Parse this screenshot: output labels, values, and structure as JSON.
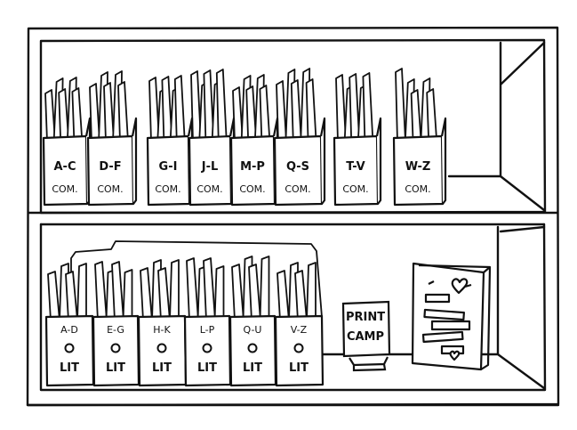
{
  "top_shelf": {
    "holders": [
      {
        "range": "A-C",
        "kind": "COM."
      },
      {
        "range": "D-F",
        "kind": "COM."
      },
      {
        "range": "G-I",
        "kind": "COM."
      },
      {
        "range": "J-L",
        "kind": "COM."
      },
      {
        "range": "M-P",
        "kind": "COM."
      },
      {
        "range": "Q-S",
        "kind": "COM."
      },
      {
        "range": "T-V",
        "kind": "COM."
      },
      {
        "range": "W-Z",
        "kind": "COM."
      }
    ]
  },
  "bottom_shelf": {
    "holders": [
      {
        "range": "A-D",
        "kind": "LIT"
      },
      {
        "range": "E-G",
        "kind": "LIT"
      },
      {
        "range": "H-K",
        "kind": "LIT"
      },
      {
        "range": "L-P",
        "kind": "LIT"
      },
      {
        "range": "Q-U",
        "kind": "LIT"
      },
      {
        "range": "V-Z",
        "kind": "LIT"
      }
    ],
    "sign": {
      "line1": "PRINT",
      "line2": "CAMP"
    }
  },
  "colors": {
    "ink": "#111111",
    "paper": "#ffffff",
    "book": "#ffffff"
  },
  "icons": [
    "heart-icon"
  ]
}
